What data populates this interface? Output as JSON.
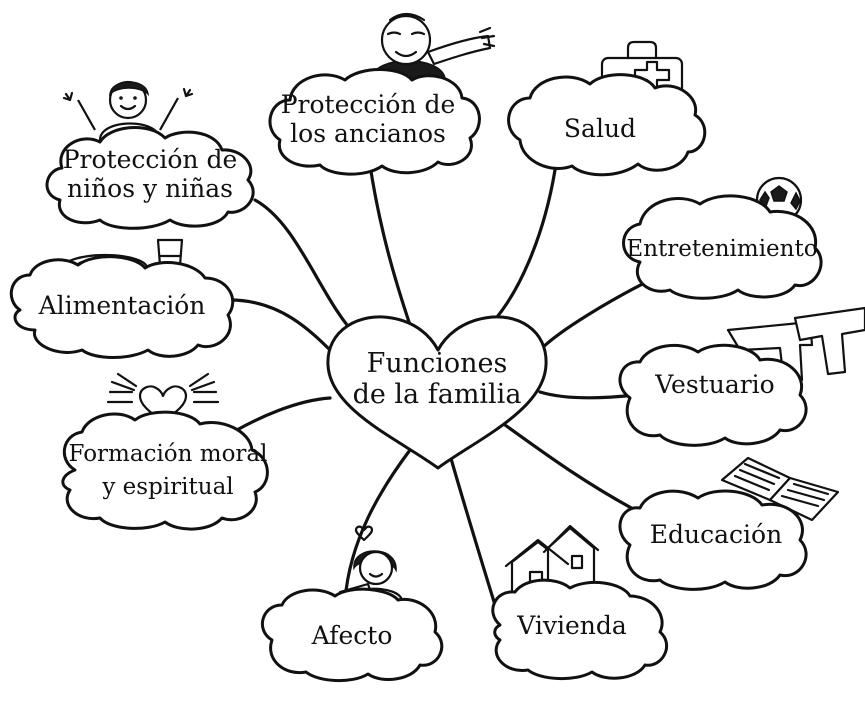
{
  "center": {
    "line1": "Funciones",
    "line2": "de la familia"
  },
  "nodes": {
    "ninos": {
      "line1": "Protección de",
      "line2": "niños y niñas"
    },
    "ancianos": {
      "line1": "Protección de",
      "line2": "los ancianos"
    },
    "salud": {
      "label": "Salud"
    },
    "entretenimiento": {
      "label": "Entretenimiento"
    },
    "alimentacion": {
      "label": "Alimentación"
    },
    "vestuario": {
      "label": "Vestuario"
    },
    "formacion": {
      "line1": "Formación moral",
      "line2": "y espiritual"
    },
    "educacion": {
      "label": "Educación"
    },
    "afecto": {
      "label": "Afecto"
    },
    "vivienda": {
      "label": "Vivienda"
    }
  },
  "colors": {
    "ink": "#111111",
    "background": "#ffffff"
  }
}
